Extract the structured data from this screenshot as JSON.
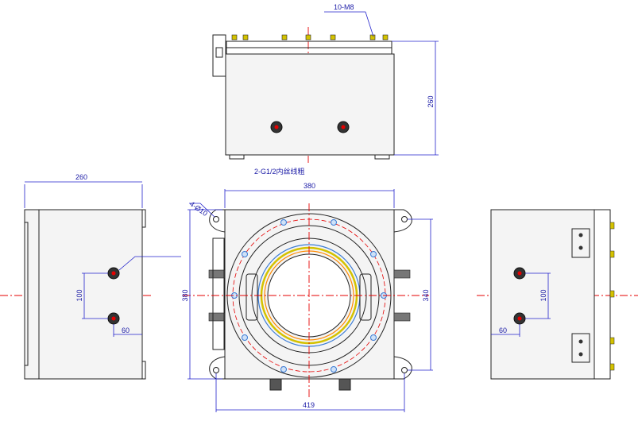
{
  "labels": {
    "top_callout": "10-M8",
    "top_height": "260",
    "port_note": "2-G1/2内丝线粗",
    "left_width": "260",
    "left_spacing": "100",
    "left_offset": "60",
    "front_width": "380",
    "front_hole_callout": "4-Ø10",
    "front_height": "380",
    "front_hole_spacing": "340",
    "front_base_width": "419",
    "right_spacing": "100",
    "right_offset": "60"
  },
  "colors": {
    "outline": "#222222",
    "dimension": "#2222cc",
    "centerline": "#e60000",
    "flange_ring": "#d4c200",
    "accent_ring": "#ff8a00",
    "bolt_blue": "#3a7bd5"
  }
}
